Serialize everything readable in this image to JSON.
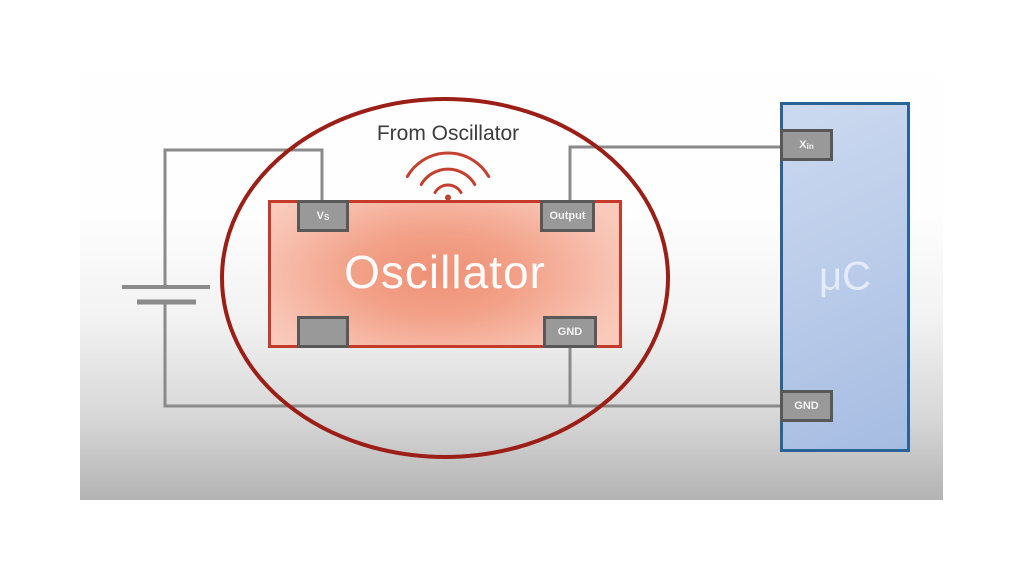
{
  "diagram": {
    "annotation": {
      "label": "From Oscillator"
    },
    "oscillator": {
      "label": "Oscillator",
      "pins": {
        "vs": {
          "base": "V",
          "sub": "S"
        },
        "output": "Output",
        "gnd": "GND"
      }
    },
    "microcontroller": {
      "label": "μC",
      "pins": {
        "xin": {
          "base": "X",
          "sub": "in"
        },
        "gnd": "GND"
      }
    },
    "colors": {
      "highlight_ellipse": "#9c1f17",
      "oscillator_border": "#c43b2b",
      "oscillator_fill_center": "#ee9176",
      "oscillator_fill_edge": "#f9cabb",
      "mcu_border": "#2a6496",
      "mcu_fill": "#bccdea",
      "wire": "#8a8a8a",
      "pin_fill": "#999999",
      "pin_border": "#585858",
      "wave_icon": "#c4402f",
      "canvas_bottom": "#b3b3b3"
    }
  }
}
